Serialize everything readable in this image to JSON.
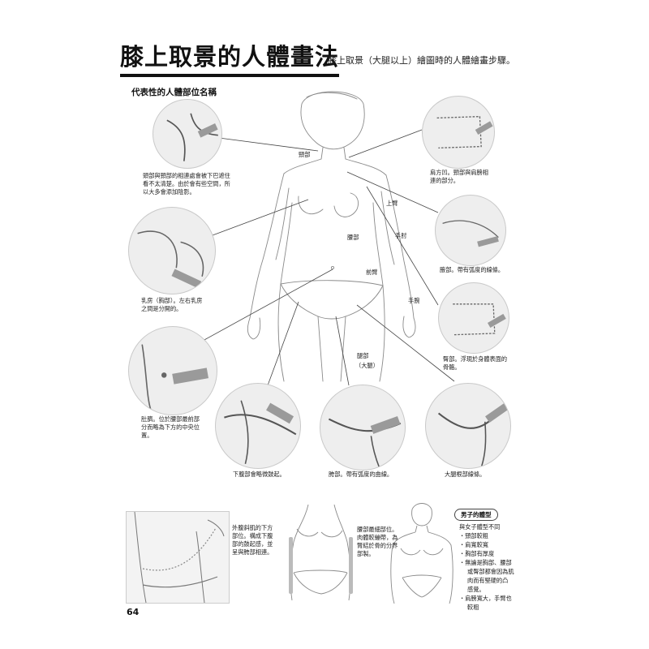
{
  "header": {
    "title": "膝上取景的人體畫法",
    "subtitle": "膝上取景（大腿以上）繪圖時的人體繪畫步驟。",
    "section_label": "代表性的人體部位名稱"
  },
  "body_labels": {
    "neck": "頸部",
    "upper_arm": "上臂",
    "elbow": "手肘",
    "waist": "腰部",
    "forearm": "前臂",
    "wrist": "手腕",
    "thigh": "腿部",
    "thigh_paren": "（大腿）"
  },
  "captions": {
    "neck_joint": [
      "頭部與頸部的相連處會被下巴遮住",
      "看不太清楚。由於會有些空間，所",
      "以大多會添加陰影。"
    ],
    "shoulder": [
      "肩方凹。頸部與肩膀相",
      "連的部分。"
    ],
    "breast": [
      "乳房（胸部）。左右乳房",
      "之間是分開的。"
    ],
    "armpit": [
      "腋部。帶有弧度的線條。"
    ],
    "navel": [
      "肚臍。位於腰部最前部",
      "分而略為下方的中央位",
      "置。"
    ],
    "hip": [
      "臀部。浮現於身體表面的",
      "骨骼。"
    ],
    "lower_abdomen": [
      "下腹部會略微鼓起。"
    ],
    "groin": [
      "胯部。帶有弧度的曲線。"
    ],
    "thigh_joint": [
      "大腿根部線條。"
    ],
    "inset_left": [
      "外腹斜肌的下方",
      "部位。構成下腹",
      "部的鼓起感，並",
      "呈與胯部相連。"
    ],
    "inset_mid": [
      "腰部最細部位。",
      "肉體較繃帶，為",
      "腎結於骨的分界",
      "部製。"
    ]
  },
  "man_box": {
    "title": "男子的體型",
    "items": [
      {
        "text": "與女子體型不同",
        "cont": false
      },
      {
        "text": "・頸部較粗",
        "cont": false
      },
      {
        "text": "・肩寬較寬",
        "cont": false
      },
      {
        "text": "・胸部有厚度",
        "cont": false
      },
      {
        "text": "・無論是胸部、腰部",
        "cont": false
      },
      {
        "text": "或臀部都會因為肌",
        "cont": true
      },
      {
        "text": "肉而有堅硬的凸",
        "cont": true
      },
      {
        "text": "感覺。",
        "cont": true
      },
      {
        "text": "・肩膀寬大，手臂也",
        "cont": false
      },
      {
        "text": "較粗",
        "cont": true
      }
    ]
  },
  "page_number": "64"
}
